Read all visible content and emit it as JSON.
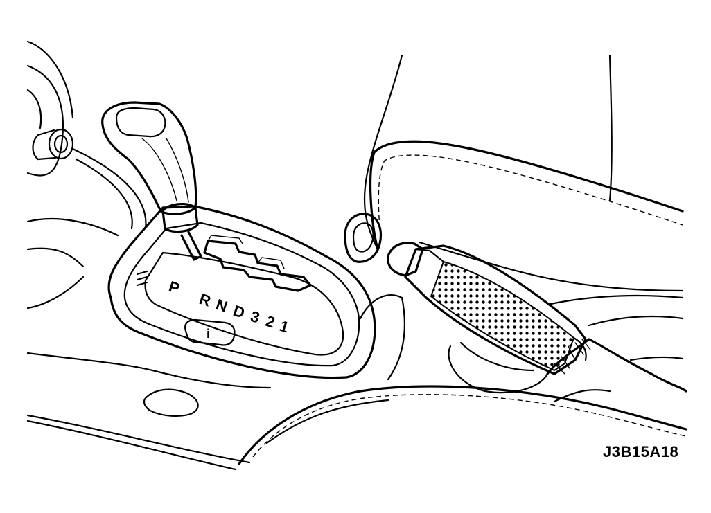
{
  "figure_code": "J3B15A18",
  "gear_positions": [
    "P",
    "R",
    "N",
    "D",
    "3",
    "2",
    "1"
  ],
  "indicator_label": "i"
}
